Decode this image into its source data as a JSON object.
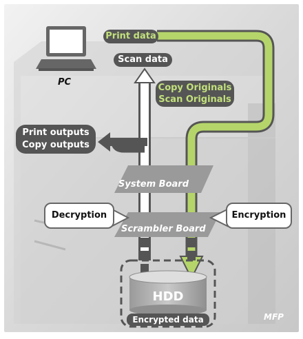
{
  "labels": {
    "pc": "PC",
    "mfp": "MFP",
    "print_data": "Print data",
    "scan_data": "Scan data",
    "copy_originals": "Copy Originals",
    "scan_originals": "Scan Originals",
    "print_outputs": "Print outputs",
    "copy_outputs": "Copy outputs",
    "system_board": "System Board",
    "scrambler_board": "Scrambler Board",
    "decryption": "Decryption",
    "encryption": "Encryption",
    "hdd": "HDD",
    "encrypted_data": "Encrypted data"
  },
  "colors": {
    "green_arrow": "#b5d56a",
    "dark_pill": "#555555",
    "green_text": "#c2e07c",
    "board": "#9a9a9a"
  }
}
